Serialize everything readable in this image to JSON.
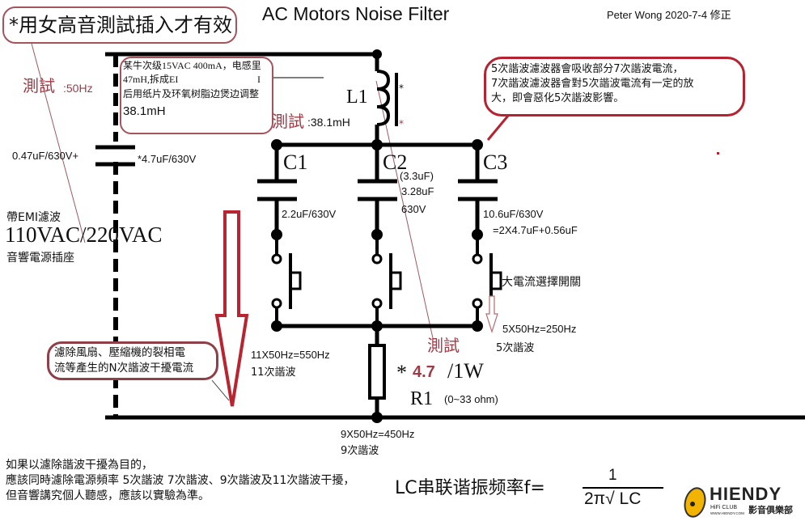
{
  "title": "AC Motors Noise Filter",
  "author_note": "Peter Wong  2020-7-4 修正",
  "callouts": {
    "tweeter_test": "*用女高音測試插入才有效",
    "transformer_note": {
      "line1": "某牛次级15VAC 400mA，电感里",
      "line2": "47mH,拆成EI",
      "line2_mark": "I",
      "line3": "后用纸片及环氧树脂边煲边调整",
      "line4": "38.1mH"
    },
    "harmonic_note": {
      "line1": "5次諧波濾波器會吸收部分7次諧波電流，",
      "line2": "7次諧波濾波器會對5次諧波電流有一定的放",
      "line3": "大，即會惡化5次諧波影響。"
    },
    "filter_note": {
      "line1": "濾除風扇、壓縮機的裂相電",
      "line2": "流等產生的N次諧波干擾電流"
    }
  },
  "labels": {
    "test_50hz_prefix": "測試",
    "test_50hz_value": ":50Hz",
    "test_l1_prefix": "測試",
    "test_l1_value": ":38.1mH",
    "cap_left": "0.47uF/630V+",
    "cap_right": "*4.7uF/630V",
    "emi": "帶EMI濾波",
    "voltage": "110VAC/220VAC",
    "socket": "音響電源插座",
    "L1": "L1",
    "L1_dot_top": "*",
    "L1_dot_bottom": "*",
    "C1": "C1",
    "C2": "C2",
    "C3": "C3",
    "C1_value": "2.2uF/630V",
    "C2_value_a": "(3.3uF)",
    "C2_value_b": "3.28uF",
    "C2_value_c": "630V",
    "C3_value_a": "10.6uF/630V",
    "C3_value_b": "=2X4.7uF+0.56uF",
    "switch_label": "大電流選擇開關",
    "h5_freq": "5X50Hz=250Hz",
    "h5_name": "5次諧波",
    "h11_freq": "11X50Hz=550Hz",
    "h11_name": "11次諧波",
    "h9_freq": "9X50Hz=450Hz",
    "h9_name": "9次諧波",
    "test_r1": "測試",
    "r1_star": "*",
    "r1_value": "4.7",
    "r1_power": "/1W",
    "R1": "R1",
    "r1_range": "(0~33 ohm)"
  },
  "footer": {
    "line1": "如果以濾除諧波干擾為目的，",
    "line2": "應該同時濾除電源頻率 5次諧波 7次諧波、9次諧波及11次諧波干擾，",
    "line3": "但音響講究個人聽感，應該以實驗為準。",
    "formula_label": "LC串联谐振频率f=",
    "formula_num": "1",
    "formula_den": "2π√ LC"
  },
  "logo": {
    "brand": "HIENDY",
    "sub1": "HiFi CLUB",
    "sub2": "WWW.HIENDY.COM",
    "sub3": "影音俱樂部"
  },
  "colors": {
    "wire": "#000000",
    "annotation_red": "#9b3c46",
    "callout_red": "#b6222f",
    "logo_yellow": "#f2b400"
  }
}
